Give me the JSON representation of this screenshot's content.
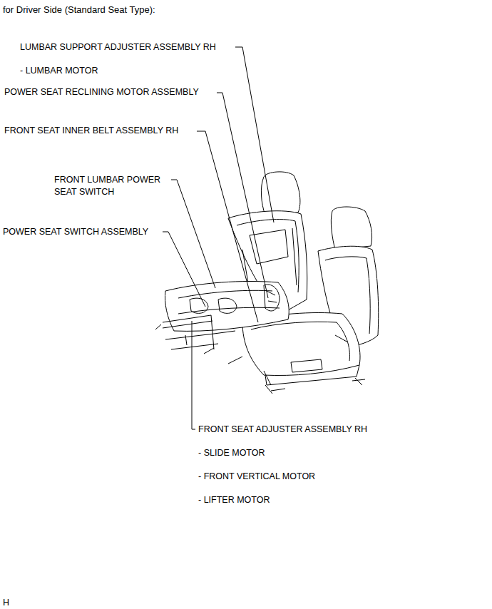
{
  "diagram": {
    "title": "for Driver Side (Standard Seat Type):",
    "labels": [
      "LUMBAR SUPPORT ADJUSTER ASSEMBLY RH",
      "- LUMBAR MOTOR",
      "POWER SEAT RECLINING MOTOR ASSEMBLY",
      "FRONT SEAT INNER BELT ASSEMBLY RH",
      "FRONT LUMBAR POWER SEAT SWITCH",
      "POWER SEAT SWITCH ASSEMBLY",
      "FRONT SEAT ADJUSTER ASSEMBLY RH",
      "- SLIDE MOTOR",
      "- FRONT VERTICAL MOTOR",
      "- LIFTER MOTOR",
      "H"
    ]
  }
}
